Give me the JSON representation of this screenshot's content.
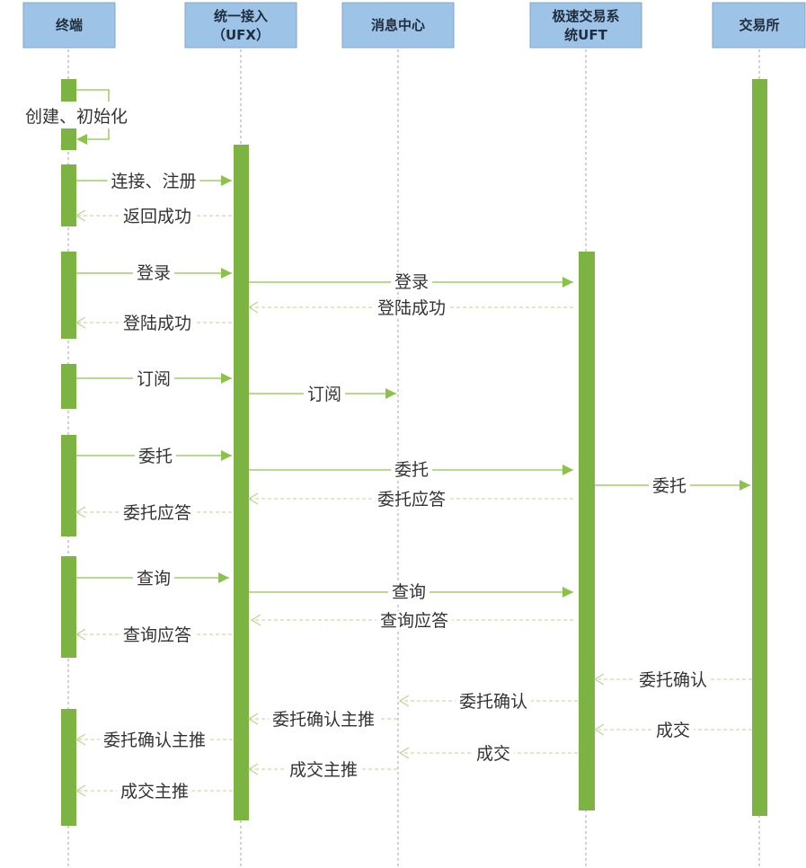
{
  "actors": [
    {
      "id": "terminal",
      "lines": [
        "终端"
      ]
    },
    {
      "id": "ufx",
      "lines": [
        "统一接入",
        "（UFX）"
      ]
    },
    {
      "id": "msg",
      "lines": [
        "消息中心"
      ]
    },
    {
      "id": "uft",
      "lines": [
        "极速交易系",
        "统UFT"
      ]
    },
    {
      "id": "exchange",
      "lines": [
        "交易所"
      ]
    }
  ],
  "messages": [
    {
      "id": "self-create",
      "label": "创建、初始化"
    },
    {
      "id": "connect",
      "label": "连接、注册"
    },
    {
      "id": "connect-ok",
      "label": "返回成功"
    },
    {
      "id": "login1",
      "label": "登录"
    },
    {
      "id": "login2",
      "label": "登录"
    },
    {
      "id": "login2-ok",
      "label": "登陆成功"
    },
    {
      "id": "login1-ok",
      "label": "登陆成功"
    },
    {
      "id": "sub1",
      "label": "订阅"
    },
    {
      "id": "sub2",
      "label": "订阅"
    },
    {
      "id": "order1",
      "label": "委托"
    },
    {
      "id": "order2",
      "label": "委托"
    },
    {
      "id": "order3",
      "label": "委托"
    },
    {
      "id": "order2-resp",
      "label": "委托应答"
    },
    {
      "id": "order1-resp",
      "label": "委托应答"
    },
    {
      "id": "query1",
      "label": "查询"
    },
    {
      "id": "query2",
      "label": "查询"
    },
    {
      "id": "query2-resp",
      "label": "查询应答"
    },
    {
      "id": "query1-resp",
      "label": "查询应答"
    },
    {
      "id": "confirm-ex",
      "label": "委托确认"
    },
    {
      "id": "confirm-uft",
      "label": "委托确认"
    },
    {
      "id": "confirm-push-ufx",
      "label": "委托确认主推"
    },
    {
      "id": "confirm-push-term",
      "label": "委托确认主推"
    },
    {
      "id": "deal-ex",
      "label": "成交"
    },
    {
      "id": "deal-uft",
      "label": "成交"
    },
    {
      "id": "deal-push-ufx",
      "label": "成交主推"
    },
    {
      "id": "deal-push-term",
      "label": "成交主推"
    }
  ]
}
